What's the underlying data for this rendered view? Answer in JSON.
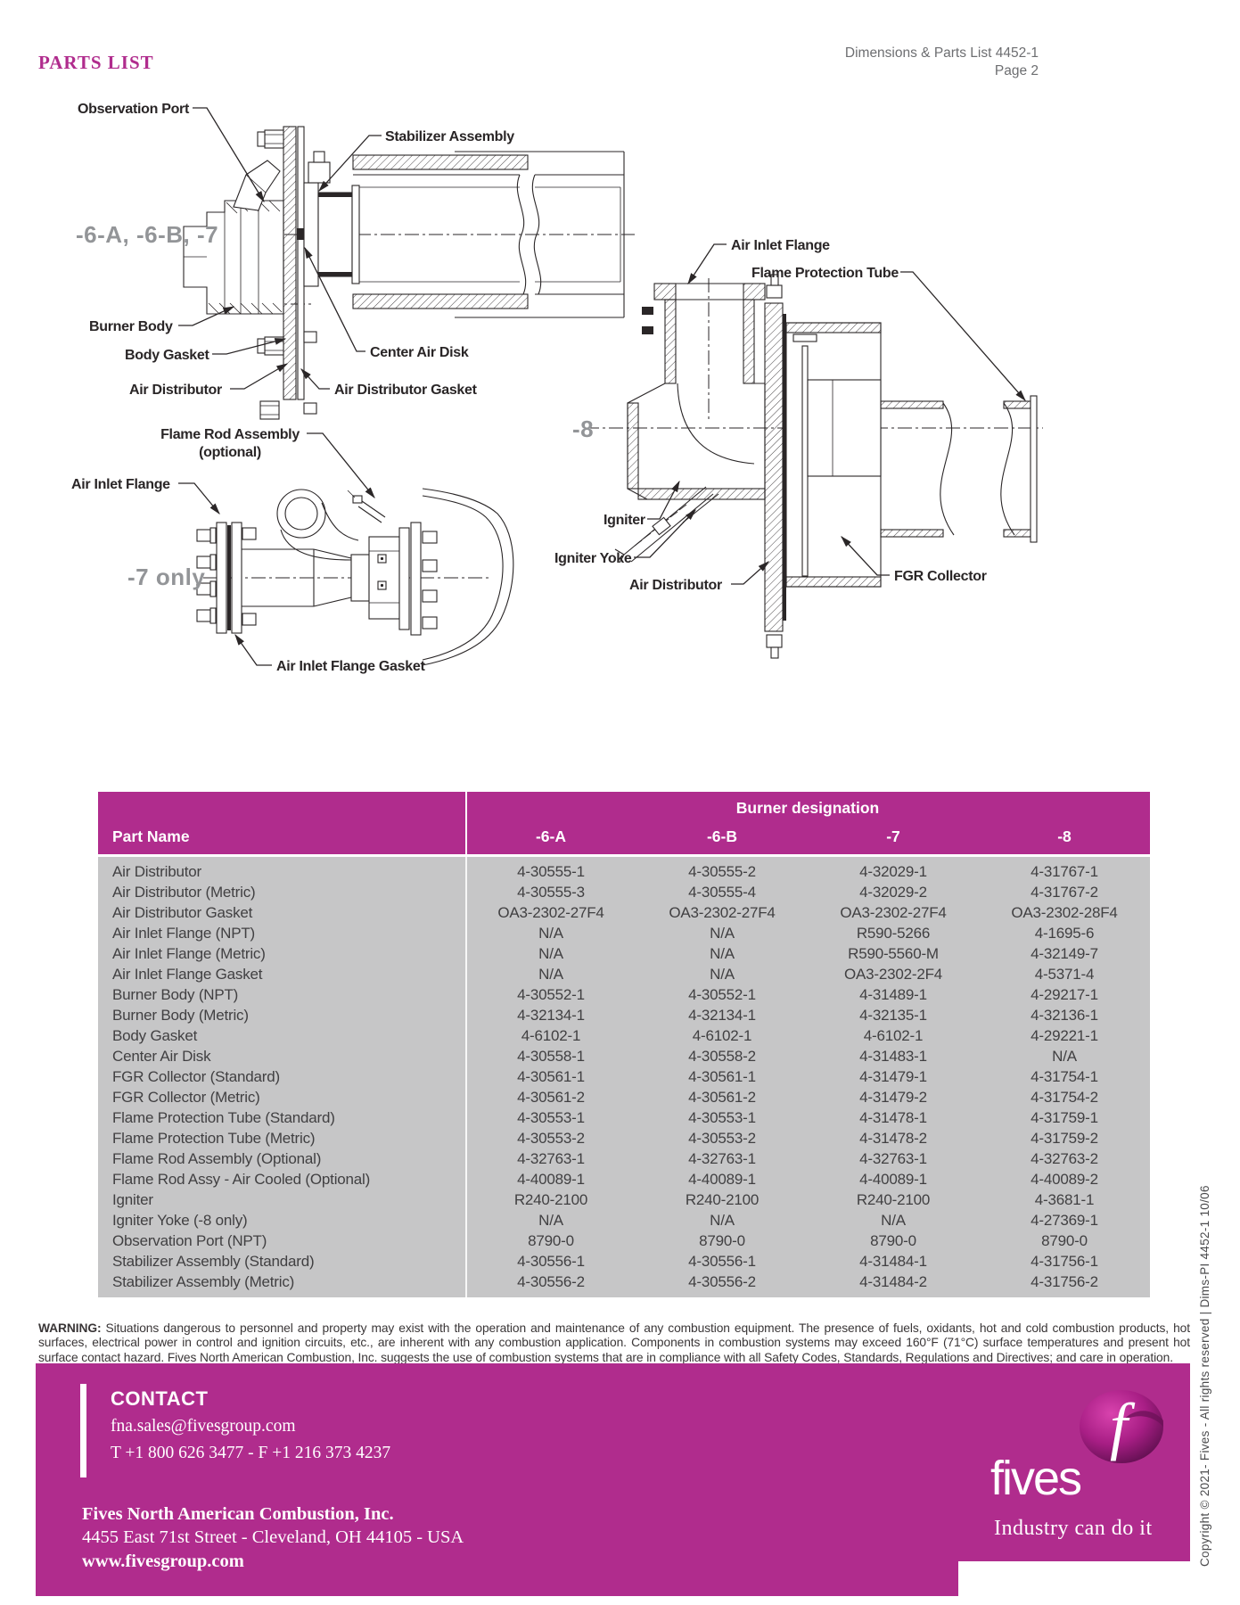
{
  "colors": {
    "accent_magenta": "#b02c8d",
    "table_body_gray": "#c6c6c7",
    "designation_gray": "#939598"
  },
  "header": {
    "doc_title": "PARTS LIST",
    "doc_ref": "Dimensions & Parts List 4452-1",
    "page": "Page 2"
  },
  "diagrams": {
    "d1": {
      "designation": "-6-A, -6-B, -7",
      "labels": {
        "observation_port": "Observation Port",
        "stabilizer_assembly": "Stabilizer Assembly",
        "burner_body": "Burner Body",
        "body_gasket": "Body Gasket",
        "air_distributor": "Air Distributor",
        "center_air_disk": "Center Air Disk",
        "air_distributor_gasket": "Air Distributor Gasket"
      }
    },
    "d2": {
      "designation": "-7 only",
      "labels": {
        "flame_rod_assembly_line1": "Flame Rod Assembly",
        "flame_rod_assembly_line2": "(optional)",
        "air_inlet_flange": "Air Inlet Flange",
        "air_inlet_flange_gasket": "Air Inlet Flange Gasket"
      }
    },
    "d3": {
      "designation": "-8",
      "labels": {
        "air_inlet_flange": "Air Inlet Flange",
        "flame_protection_tube": "Flame Protection Tube",
        "igniter": "Igniter",
        "igniter_yoke": "Igniter Yoke",
        "air_distributor": "Air Distributor",
        "fgr_collector": "FGR Collector"
      }
    }
  },
  "table": {
    "group_header": "Burner designation",
    "col_part_name": "Part Name",
    "columns": [
      "-6-A",
      "-6-B",
      "-7",
      "-8"
    ],
    "rows": [
      {
        "name": "Air Distributor",
        "values": [
          "4-30555-1",
          "4-30555-2",
          "4-32029-1",
          "4-31767-1"
        ]
      },
      {
        "name": "Air Distributor (Metric)",
        "values": [
          "4-30555-3",
          "4-30555-4",
          "4-32029-2",
          "4-31767-2"
        ]
      },
      {
        "name": "Air Distributor Gasket",
        "values": [
          "OA3-2302-27F4",
          "OA3-2302-27F4",
          "OA3-2302-27F4",
          "OA3-2302-28F4"
        ]
      },
      {
        "name": "Air Inlet Flange (NPT)",
        "values": [
          "N/A",
          "N/A",
          "R590-5266",
          "4-1695-6"
        ]
      },
      {
        "name": "Air Inlet Flange (Metric)",
        "values": [
          "N/A",
          "N/A",
          "R590-5560-M",
          "4-32149-7"
        ]
      },
      {
        "name": "Air Inlet Flange Gasket",
        "values": [
          "N/A",
          "N/A",
          "OA3-2302-2F4",
          "4-5371-4"
        ]
      },
      {
        "name": "Burner Body (NPT)",
        "values": [
          "4-30552-1",
          "4-30552-1",
          "4-31489-1",
          "4-29217-1"
        ]
      },
      {
        "name": "Burner Body (Metric)",
        "values": [
          "4-32134-1",
          "4-32134-1",
          "4-32135-1",
          "4-32136-1"
        ]
      },
      {
        "name": "Body Gasket",
        "values": [
          "4-6102-1",
          "4-6102-1",
          "4-6102-1",
          "4-29221-1"
        ]
      },
      {
        "name": "Center Air Disk",
        "values": [
          "4-30558-1",
          "4-30558-2",
          "4-31483-1",
          "N/A"
        ]
      },
      {
        "name": "FGR Collector (Standard)",
        "values": [
          "4-30561-1",
          "4-30561-1",
          "4-31479-1",
          "4-31754-1"
        ]
      },
      {
        "name": "FGR Collector (Metric)",
        "values": [
          "4-30561-2",
          "4-30561-2",
          "4-31479-2",
          "4-31754-2"
        ]
      },
      {
        "name": "Flame Protection Tube (Standard)",
        "values": [
          "4-30553-1",
          "4-30553-1",
          "4-31478-1",
          "4-31759-1"
        ]
      },
      {
        "name": "Flame Protection Tube (Metric)",
        "values": [
          "4-30553-2",
          "4-30553-2",
          "4-31478-2",
          "4-31759-2"
        ]
      },
      {
        "name": "Flame Rod Assembly (Optional)",
        "values": [
          "4-32763-1",
          "4-32763-1",
          "4-32763-1",
          "4-32763-2"
        ]
      },
      {
        "name": "Flame Rod Assy - Air Cooled (Optional)",
        "values": [
          "4-40089-1",
          "4-40089-1",
          "4-40089-1",
          "4-40089-2"
        ]
      },
      {
        "name": "Igniter",
        "values": [
          "R240-2100",
          "R240-2100",
          "R240-2100",
          "4-3681-1"
        ]
      },
      {
        "name": "Igniter Yoke (-8 only)",
        "values": [
          "N/A",
          "N/A",
          "N/A",
          "4-27369-1"
        ]
      },
      {
        "name": "Observation Port (NPT)",
        "values": [
          "8790-0",
          "8790-0",
          "8790-0",
          "8790-0"
        ]
      },
      {
        "name": "Stabilizer Assembly (Standard)",
        "values": [
          "4-30556-1",
          "4-30556-1",
          "4-31484-1",
          "4-31756-1"
        ]
      },
      {
        "name": "Stabilizer Assembly (Metric)",
        "values": [
          "4-30556-2",
          "4-30556-2",
          "4-31484-2",
          "4-31756-2"
        ]
      }
    ]
  },
  "warning": {
    "label": "WARNING:",
    "text": " Situations dangerous to personnel and property may exist with the operation and maintenance of any combustion equipment. The presence of fuels, oxidants, hot and cold combustion products, hot surfaces, electrical power in control and ignition circuits, etc., are inherent with any combustion application. Components in combustion systems may exceed 160°F (71°C) surface temperatures and present hot surface contact hazard. Fives North American Combustion, Inc. suggests the use of combustion systems that are in compliance with all Safety Codes, Standards, Regulations and Directives; and care in operation."
  },
  "footer": {
    "contact_heading": "CONTACT",
    "email": "fna.sales@fivesgroup.com",
    "phone_fax": "T +1 800 626 3477 - F +1 216 373 4237",
    "company": "Fives North American Combustion, Inc.",
    "address": "4455 East 71st Street - Cleveland, OH 44105 - USA",
    "website": "www.fivesgroup.com",
    "logo_text": "fives",
    "logo_letter": "f",
    "logo_tagline": "Industry can do it",
    "copyright_vertical": "Copyright © 2021- Fives - All rights reserved | Dims-PI 4452-1 10/06"
  }
}
